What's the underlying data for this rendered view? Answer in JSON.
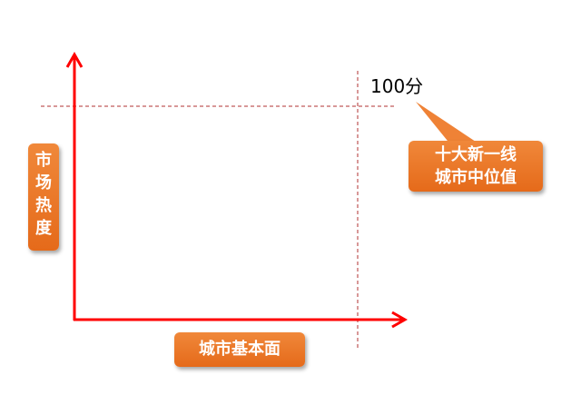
{
  "y_axis_label": "市场热度",
  "x_axis_label": "城市基本面",
  "reference_value": "100分",
  "callout": {
    "line1": "十大新一线",
    "line2": "城市中位值"
  },
  "colors": {
    "axis": "#ff0000",
    "box": "#ec7a28",
    "dash": "#b03030"
  }
}
